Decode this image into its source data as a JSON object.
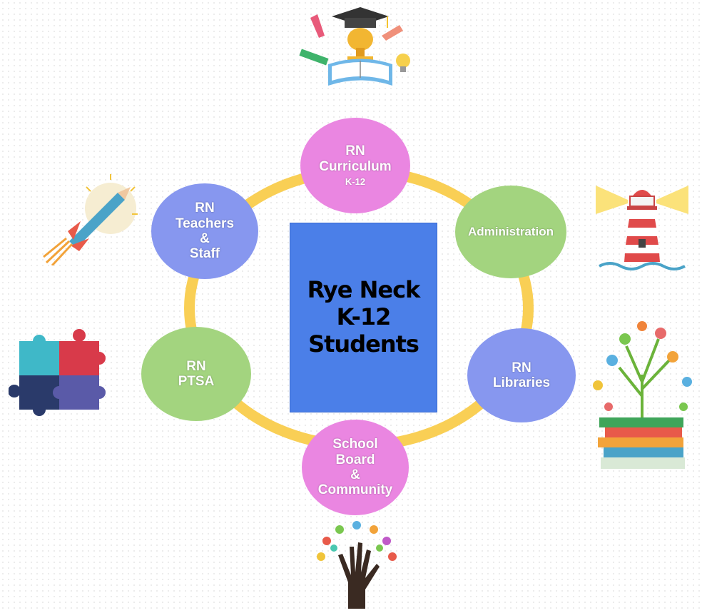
{
  "center": {
    "lines": [
      "Rye Neck",
      "K-12",
      "Students"
    ]
  },
  "nodes": {
    "curriculum": {
      "lines": [
        "RN",
        "Curriculum"
      ],
      "small": "K-12"
    },
    "administration": {
      "lines": [
        "Administration"
      ]
    },
    "libraries": {
      "lines": [
        "RN",
        "Libraries"
      ]
    },
    "school_board": {
      "lines": [
        "School",
        "Board",
        "&",
        "Community"
      ]
    },
    "ptsa": {
      "lines": [
        "RN",
        "PTSA"
      ]
    },
    "teachers": {
      "lines": [
        "RN",
        "Teachers",
        "&",
        "Staff"
      ]
    }
  },
  "colors": {
    "ring": "#f9cf55",
    "pink_node": "#ea86e1",
    "green_node": "#a3d47f",
    "blue_node": "#8797ef",
    "center_box": "#4b7fe8"
  },
  "icons": [
    "graduation-trophy-icon",
    "lighthouse-icon",
    "book-tree-icon",
    "hands-tree-icon",
    "puzzle-icon",
    "pencil-rocket-icon"
  ]
}
